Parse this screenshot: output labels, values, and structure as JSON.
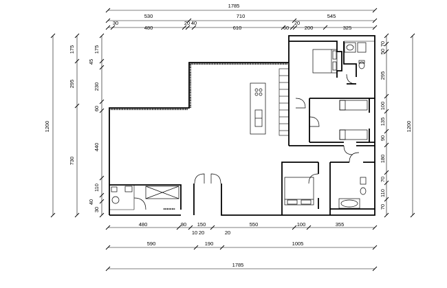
{
  "dimensions": {
    "top_total": "1785",
    "top_row1": [
      "530",
      "710",
      "545"
    ],
    "top_row2": [
      "30",
      "480",
      "20",
      "40",
      "610",
      "60",
      "20",
      "200",
      "325"
    ],
    "bottom_row1": [
      "480",
      "80",
      "150",
      "550",
      "100",
      "355"
    ],
    "bottom_small": [
      "10",
      "20",
      "20"
    ],
    "bottom_row2": [
      "590",
      "190",
      "1005"
    ],
    "bottom_total": "1785",
    "left_total": "1200",
    "left_row1": [
      "175",
      "295",
      "730"
    ],
    "left_row2": [
      "175",
      "45",
      "230",
      "60",
      "440",
      "110",
      "40",
      "30"
    ],
    "right_total": "1200",
    "right_row": [
      "70",
      "50",
      "295",
      "100",
      "135",
      "90",
      "180",
      "70",
      "110",
      "70"
    ]
  }
}
